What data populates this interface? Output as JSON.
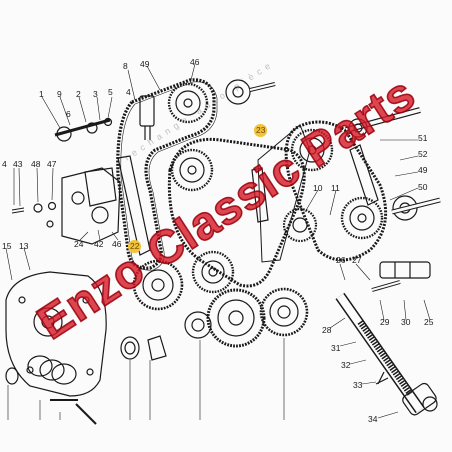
{
  "diagram": {
    "callouts": [
      {
        "id": "c8",
        "label": "8"
      },
      {
        "id": "c49a",
        "label": "49"
      },
      {
        "id": "c46a",
        "label": "46"
      },
      {
        "id": "c1",
        "label": "1"
      },
      {
        "id": "c9",
        "label": "9"
      },
      {
        "id": "c2",
        "label": "2"
      },
      {
        "id": "c3",
        "label": "3"
      },
      {
        "id": "c5",
        "label": "5"
      },
      {
        "id": "c4a",
        "label": "4"
      },
      {
        "id": "c51",
        "label": "51"
      },
      {
        "id": "c52",
        "label": "52"
      },
      {
        "id": "c49b",
        "label": "49"
      },
      {
        "id": "c50",
        "label": "50"
      },
      {
        "id": "c4b",
        "label": "4"
      },
      {
        "id": "c43",
        "label": "43"
      },
      {
        "id": "c48",
        "label": "48"
      },
      {
        "id": "c47",
        "label": "47"
      },
      {
        "id": "c10",
        "label": "10"
      },
      {
        "id": "c11",
        "label": "11"
      },
      {
        "id": "c24",
        "label": "24"
      },
      {
        "id": "c42",
        "label": "42"
      },
      {
        "id": "c46b",
        "label": "46"
      },
      {
        "id": "c15",
        "label": "15"
      },
      {
        "id": "c13",
        "label": "13"
      },
      {
        "id": "c23",
        "label": "23"
      },
      {
        "id": "c22",
        "label": "22"
      },
      {
        "id": "c26",
        "label": "26"
      },
      {
        "id": "c27",
        "label": "27"
      },
      {
        "id": "c29",
        "label": "29"
      },
      {
        "id": "c30",
        "label": "30"
      },
      {
        "id": "c25",
        "label": "25"
      },
      {
        "id": "c28",
        "label": "28"
      },
      {
        "id": "c31",
        "label": "31"
      },
      {
        "id": "c32",
        "label": "32"
      },
      {
        "id": "c33",
        "label": "33"
      },
      {
        "id": "c34",
        "label": "34"
      },
      {
        "id": "c6",
        "label": "6"
      }
    ]
  },
  "watermark": {
    "main_text": "Enzo Classic Parts",
    "sub_text": "rechange auto pièce",
    "color": "#d61826"
  },
  "colors": {
    "ink": "#1a1a1a",
    "highlight": "#f3c33b",
    "paper": "#fbfbfb"
  }
}
